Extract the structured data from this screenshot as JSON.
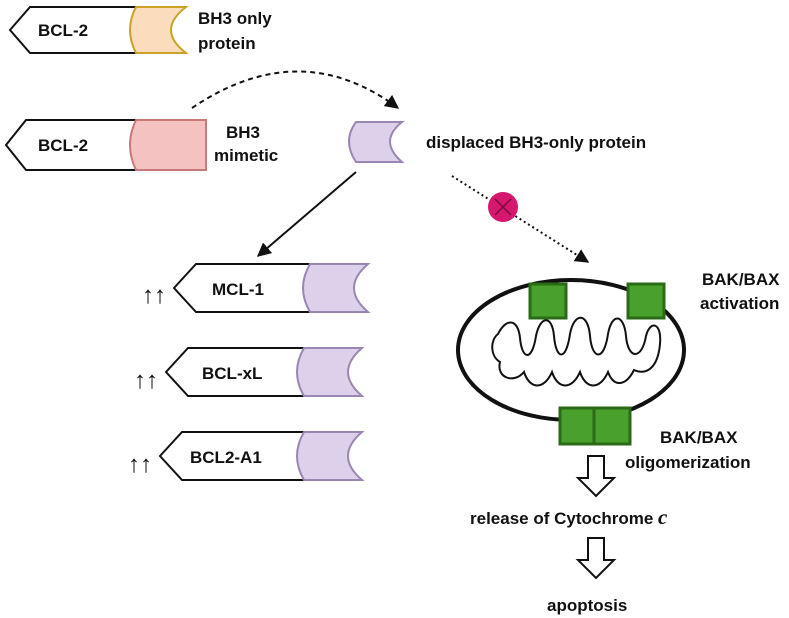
{
  "labels": {
    "bcl2_top": "BCL-2",
    "bh3_only_line1": "BH3 only",
    "bh3_only_line2": "protein",
    "bcl2_mid": "BCL-2",
    "bh3_mimetic_line1": "BH3",
    "bh3_mimetic_line2": "mimetic",
    "displaced": "displaced BH3-only protein",
    "mcl1": "MCL-1",
    "bclxl": "BCL-xL",
    "bcl2a1": "BCL2-A1",
    "upregulation": "↑↑",
    "bakbax_activation_line1": "BAK/BAX",
    "bakbax_activation_line2": "activation",
    "bakbax_oligo_line1": "BAK/BAX",
    "bakbax_oligo_line2": "oligomerization",
    "release_prefix": "release of Cytochrome ",
    "release_c": "c",
    "apoptosis": "apoptosis"
  },
  "colors": {
    "bh3_only": "#fbdcbc",
    "bh3_only_stroke": "#c9a227",
    "mimetic": "#f4c2c0",
    "mimetic_stroke": "#c77a78",
    "displaced": "#ddd0ea",
    "displaced_stroke": "#9a86b3",
    "bak_bax": "#4aa02c",
    "bak_bax_stroke": "#2a6b18",
    "inhibitor": "#d6176e",
    "outline": "#111111"
  }
}
